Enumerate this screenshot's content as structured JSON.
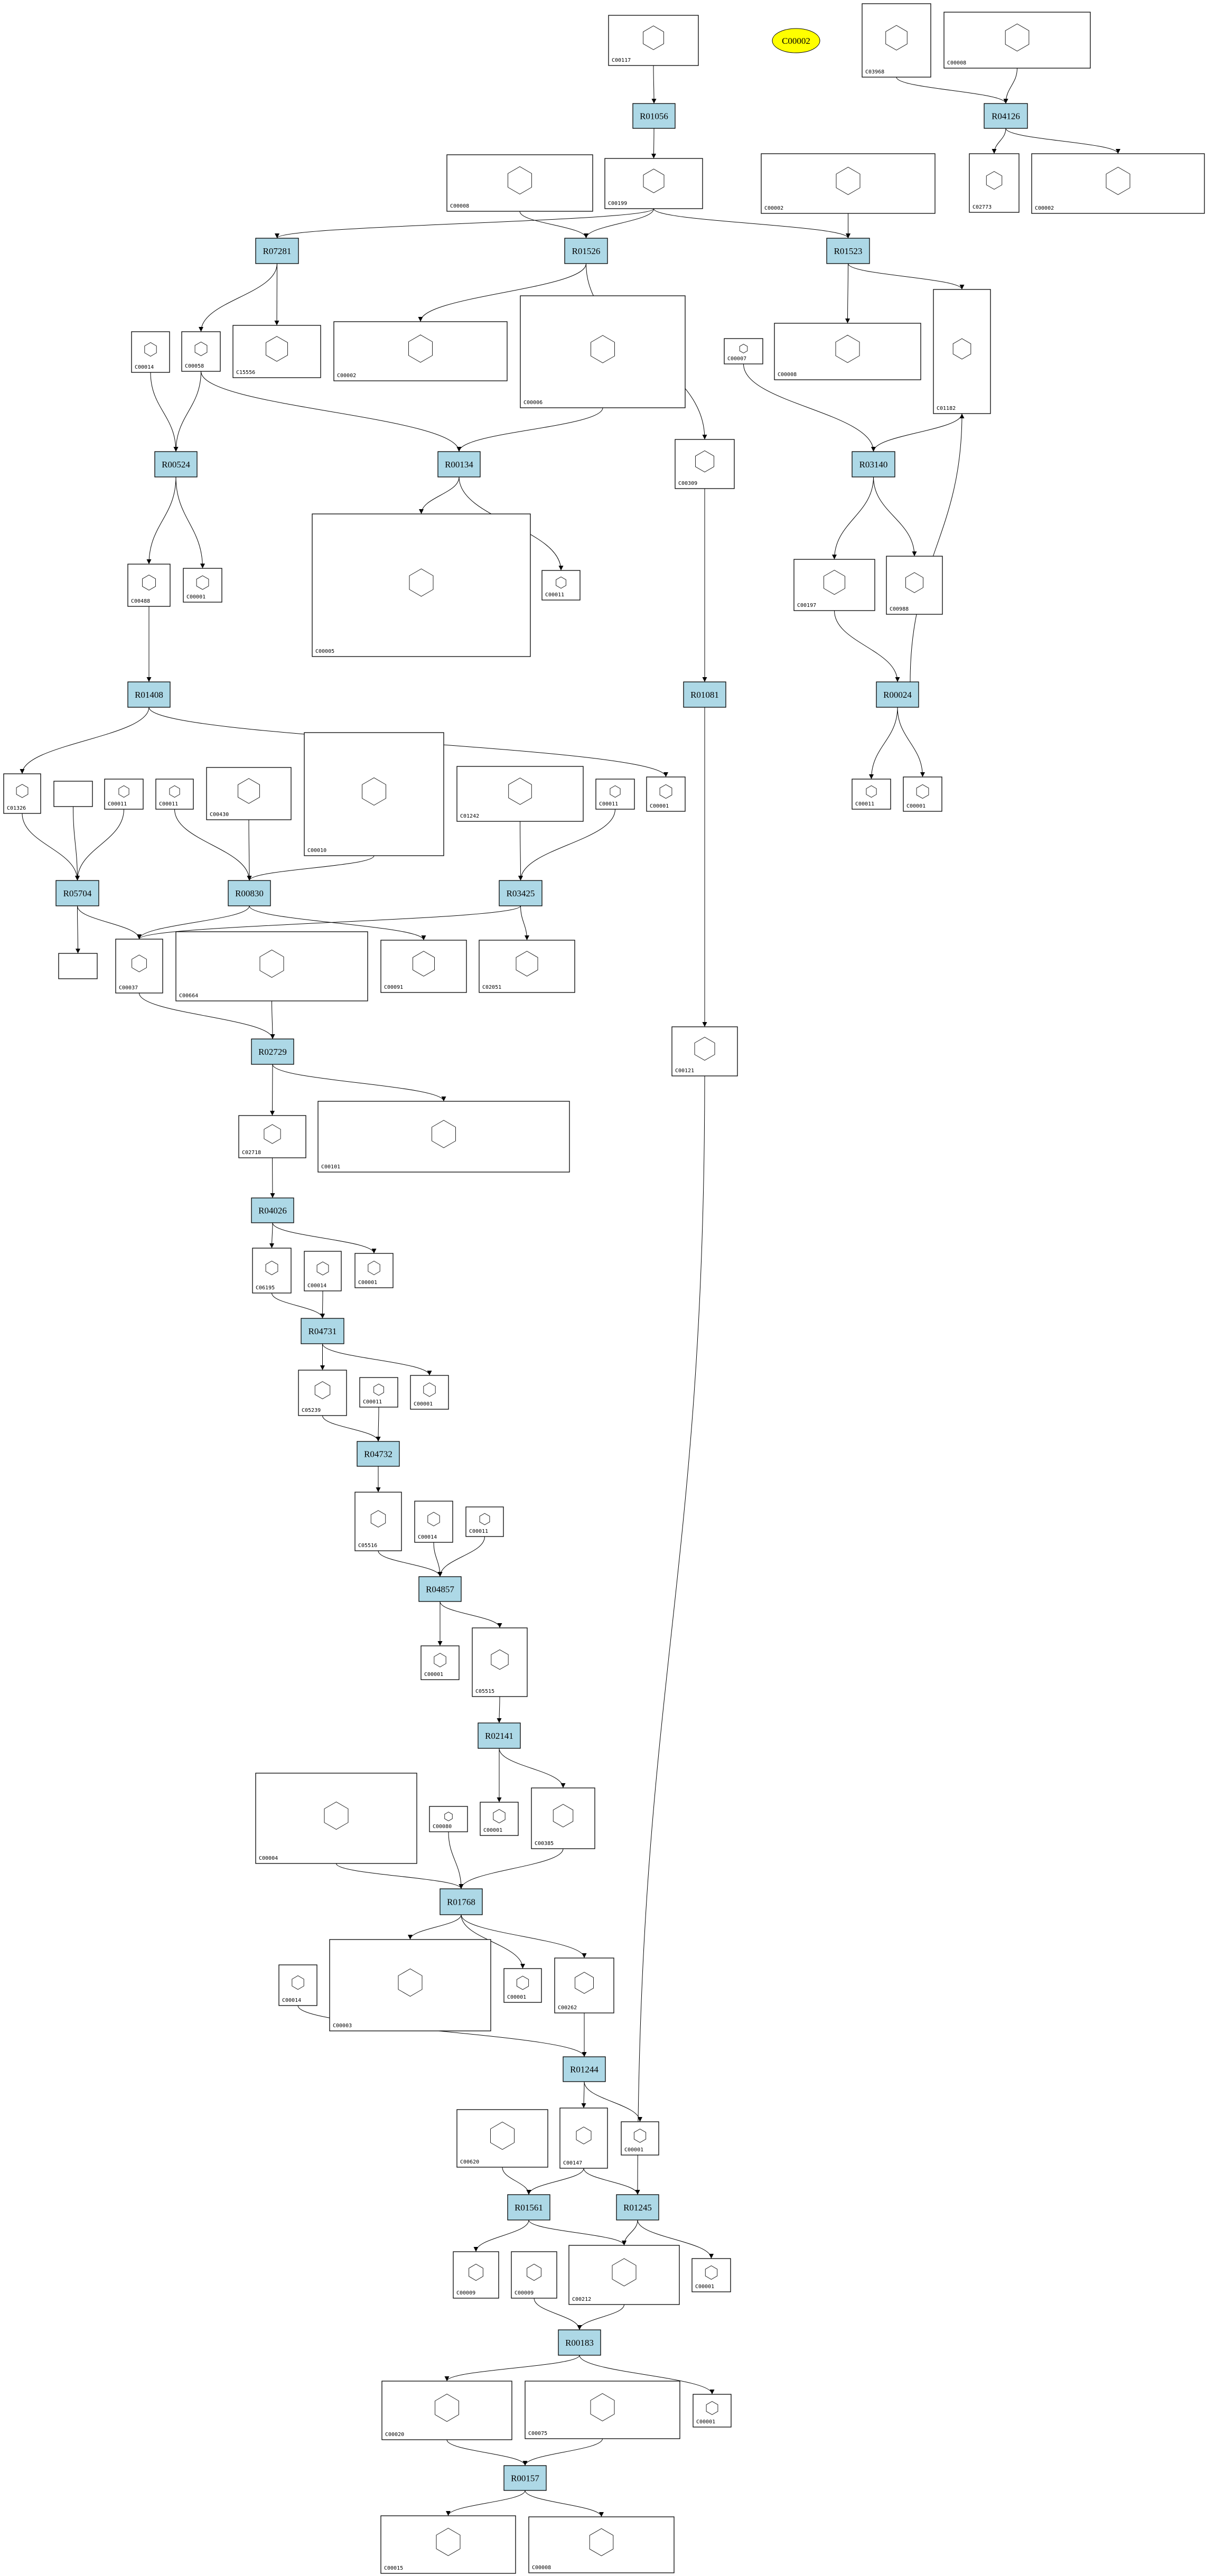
{
  "diagram": {
    "highlight_color": "#ffff00",
    "reaction_color": "#add8e6",
    "nodes": [
      {
        "key": "c00117",
        "label": "C00117",
        "type": "compound"
      },
      {
        "key": "c00002e",
        "label": "C00002",
        "type": "highlight"
      },
      {
        "key": "c03968",
        "label": "C03968",
        "type": "compound"
      },
      {
        "key": "c00008a",
        "label": "C00008",
        "type": "compound"
      },
      {
        "key": "c00008b",
        "label": "C00008",
        "type": "compound"
      },
      {
        "key": "c00199",
        "label": "C00199",
        "type": "compound"
      },
      {
        "key": "c00002a",
        "label": "C00002",
        "type": "compound"
      },
      {
        "key": "c02773",
        "label": "C02773",
        "type": "compound"
      },
      {
        "key": "c00002b",
        "label": "C00002",
        "type": "compound"
      },
      {
        "key": "c00014a",
        "label": "C00014",
        "type": "compound"
      },
      {
        "key": "c00058",
        "label": "C00058",
        "type": "compound"
      },
      {
        "key": "c15556",
        "label": "C15556",
        "type": "compound"
      },
      {
        "key": "c00002c",
        "label": "C00002",
        "type": "compound"
      },
      {
        "key": "c00006",
        "label": "C00006",
        "type": "compound"
      },
      {
        "key": "c00007",
        "label": "C00007",
        "type": "compound"
      },
      {
        "key": "c00008c",
        "label": "C00008",
        "type": "compound"
      },
      {
        "key": "c01182",
        "label": "C01182",
        "type": "compound"
      },
      {
        "key": "c00309",
        "label": "C00309",
        "type": "compound"
      },
      {
        "key": "c00005",
        "label": "C00005",
        "type": "compound"
      },
      {
        "key": "c00011a",
        "label": "C00011",
        "type": "compound"
      },
      {
        "key": "c00488",
        "label": "C00488",
        "type": "compound"
      },
      {
        "key": "c00001a",
        "label": "C00001",
        "type": "compound"
      },
      {
        "key": "c00197",
        "label": "C00197",
        "type": "compound"
      },
      {
        "key": "c00988",
        "label": "C00988",
        "type": "compound"
      },
      {
        "key": "c01326",
        "label": "C01326",
        "type": "compound"
      },
      {
        "key": "blank1",
        "label": "",
        "type": "compound"
      },
      {
        "key": "c00011b",
        "label": "C00011",
        "type": "compound"
      },
      {
        "key": "c00011c",
        "label": "C00011",
        "type": "compound"
      },
      {
        "key": "c00430",
        "label": "C00430",
        "type": "compound"
      },
      {
        "key": "c00010",
        "label": "C00010",
        "type": "compound"
      },
      {
        "key": "c01242",
        "label": "C01242",
        "type": "compound"
      },
      {
        "key": "c00011d",
        "label": "C00011",
        "type": "compound"
      },
      {
        "key": "c00001b",
        "label": "C00001",
        "type": "compound"
      },
      {
        "key": "c00011e",
        "label": "C00011",
        "type": "compound"
      },
      {
        "key": "c00001c",
        "label": "C00001",
        "type": "compound"
      },
      {
        "key": "blank2",
        "label": "",
        "type": "compound"
      },
      {
        "key": "c00037",
        "label": "C00037",
        "type": "compound"
      },
      {
        "key": "c00664",
        "label": "C00664",
        "type": "compound"
      },
      {
        "key": "c00091",
        "label": "C00091",
        "type": "compound"
      },
      {
        "key": "c02051",
        "label": "C02051",
        "type": "compound"
      },
      {
        "key": "c00121",
        "label": "C00121",
        "type": "compound"
      },
      {
        "key": "c02718",
        "label": "C02718",
        "type": "compound"
      },
      {
        "key": "c00101",
        "label": "C00101",
        "type": "compound"
      },
      {
        "key": "c06195",
        "label": "C06195",
        "type": "compound"
      },
      {
        "key": "c00014b",
        "label": "C00014",
        "type": "compound"
      },
      {
        "key": "c00001d",
        "label": "C00001",
        "type": "compound"
      },
      {
        "key": "c05239",
        "label": "C05239",
        "type": "compound"
      },
      {
        "key": "c00011f",
        "label": "C00011",
        "type": "compound"
      },
      {
        "key": "c00001e",
        "label": "C00001",
        "type": "compound"
      },
      {
        "key": "c05516",
        "label": "C05516",
        "type": "compound"
      },
      {
        "key": "c00014c",
        "label": "C00014",
        "type": "compound"
      },
      {
        "key": "c00011g",
        "label": "C00011",
        "type": "compound"
      },
      {
        "key": "c00001f",
        "label": "C00001",
        "type": "compound"
      },
      {
        "key": "c05515",
        "label": "C05515",
        "type": "compound"
      },
      {
        "key": "c00004",
        "label": "C00004",
        "type": "compound"
      },
      {
        "key": "c00080",
        "label": "C00080",
        "type": "compound"
      },
      {
        "key": "c00001g",
        "label": "C00001",
        "type": "compound"
      },
      {
        "key": "c00385",
        "label": "C00385",
        "type": "compound"
      },
      {
        "key": "c00014d",
        "label": "C00014",
        "type": "compound"
      },
      {
        "key": "c00003",
        "label": "C00003",
        "type": "compound"
      },
      {
        "key": "c00001h",
        "label": "C00001",
        "type": "compound"
      },
      {
        "key": "c00262",
        "label": "C00262",
        "type": "compound"
      },
      {
        "key": "c00620",
        "label": "C00620",
        "type": "compound"
      },
      {
        "key": "c00147",
        "label": "C00147",
        "type": "compound"
      },
      {
        "key": "c00001i",
        "label": "C00001",
        "type": "compound"
      },
      {
        "key": "c00009a",
        "label": "C00009",
        "type": "compound"
      },
      {
        "key": "c00009b",
        "label": "C00009",
        "type": "compound"
      },
      {
        "key": "c00212",
        "label": "C00212",
        "type": "compound"
      },
      {
        "key": "c00001j",
        "label": "C00001",
        "type": "compound"
      },
      {
        "key": "c00020",
        "label": "C00020",
        "type": "compound"
      },
      {
        "key": "c00075",
        "label": "C00075",
        "type": "compound"
      },
      {
        "key": "c00001k",
        "label": "C00001",
        "type": "compound"
      },
      {
        "key": "c00015",
        "label": "C00015",
        "type": "compound"
      },
      {
        "key": "c00008d",
        "label": "C00008",
        "type": "compound"
      },
      {
        "key": "r01056",
        "label": "R01056",
        "type": "reaction"
      },
      {
        "key": "r04126",
        "label": "R04126",
        "type": "reaction"
      },
      {
        "key": "r07281",
        "label": "R07281",
        "type": "reaction"
      },
      {
        "key": "r01526",
        "label": "R01526",
        "type": "reaction"
      },
      {
        "key": "r01523",
        "label": "R01523",
        "type": "reaction"
      },
      {
        "key": "r00524",
        "label": "R00524",
        "type": "reaction"
      },
      {
        "key": "r00134",
        "label": "R00134",
        "type": "reaction"
      },
      {
        "key": "r03140",
        "label": "R03140",
        "type": "reaction"
      },
      {
        "key": "r01408",
        "label": "R01408",
        "type": "reaction"
      },
      {
        "key": "r01081",
        "label": "R01081",
        "type": "reaction"
      },
      {
        "key": "r00024",
        "label": "R00024",
        "type": "reaction"
      },
      {
        "key": "r05704",
        "label": "R05704",
        "type": "reaction"
      },
      {
        "key": "r00830",
        "label": "R00830",
        "type": "reaction"
      },
      {
        "key": "r03425",
        "label": "R03425",
        "type": "reaction"
      },
      {
        "key": "r02729",
        "label": "R02729",
        "type": "reaction"
      },
      {
        "key": "r04026",
        "label": "R04026",
        "type": "reaction"
      },
      {
        "key": "r04731",
        "label": "R04731",
        "type": "reaction"
      },
      {
        "key": "r04732",
        "label": "R04732",
        "type": "reaction"
      },
      {
        "key": "r04857",
        "label": "R04857",
        "type": "reaction"
      },
      {
        "key": "r02141",
        "label": "R02141",
        "type": "reaction"
      },
      {
        "key": "r01768",
        "label": "R01768",
        "type": "reaction"
      },
      {
        "key": "r01244",
        "label": "R01244",
        "type": "reaction"
      },
      {
        "key": "r01561",
        "label": "R01561",
        "type": "reaction"
      },
      {
        "key": "r01245",
        "label": "R01245",
        "type": "reaction"
      },
      {
        "key": "r00183",
        "label": "R00183",
        "type": "reaction"
      },
      {
        "key": "r00157",
        "label": "R00157",
        "type": "reaction"
      }
    ],
    "edges": [
      [
        "c00117",
        "r01056"
      ],
      [
        "r01056",
        "c00199"
      ],
      [
        "c03968",
        "r04126"
      ],
      [
        "c00008a",
        "r04126"
      ],
      [
        "r04126",
        "c02773"
      ],
      [
        "r04126",
        "c00002b"
      ],
      [
        "c00008b",
        "r01526"
      ],
      [
        "c00199",
        "r01526"
      ],
      [
        "c00199",
        "r07281"
      ],
      [
        "c00199",
        "r01523"
      ],
      [
        "c00002a",
        "r01523"
      ],
      [
        "r07281",
        "c00058"
      ],
      [
        "r07281",
        "c15556"
      ],
      [
        "r01526",
        "c00002c"
      ],
      [
        "r01526",
        "c00309"
      ],
      [
        "c00006",
        "r00134"
      ],
      [
        "r01523",
        "c00008c"
      ],
      [
        "r01523",
        "c01182"
      ],
      [
        "c00014a",
        "r00524"
      ],
      [
        "c00058",
        "r00524"
      ],
      [
        "c00058",
        "r00134"
      ],
      [
        "c00007",
        "r03140"
      ],
      [
        "c01182",
        "r03140"
      ],
      [
        "r00524",
        "c00488"
      ],
      [
        "r00524",
        "c00001a"
      ],
      [
        "r00134",
        "c00005"
      ],
      [
        "r00134",
        "c00011a"
      ],
      [
        "r03140",
        "c00197"
      ],
      [
        "r03140",
        "c00988"
      ],
      [
        "c00309",
        "r01081"
      ],
      [
        "c00197",
        "r00024"
      ],
      [
        "r00024",
        "c01182"
      ],
      [
        "c00488",
        "r01408"
      ],
      [
        "r01408",
        "c01326"
      ],
      [
        "r01408",
        "c00001b"
      ],
      [
        "r01081",
        "c00121"
      ],
      [
        "r00024",
        "c00011e"
      ],
      [
        "r00024",
        "c00001c"
      ],
      [
        "c01326",
        "r05704"
      ],
      [
        "blank1",
        "r05704"
      ],
      [
        "c00011b",
        "r05704"
      ],
      [
        "c00011c",
        "r00830"
      ],
      [
        "c00430",
        "r00830"
      ],
      [
        "c00010",
        "r00830"
      ],
      [
        "c01242",
        "r03425"
      ],
      [
        "c00011d",
        "r03425"
      ],
      [
        "r05704",
        "blank2"
      ],
      [
        "r05704",
        "c00037"
      ],
      [
        "r00830",
        "c00037"
      ],
      [
        "r00830",
        "c00091"
      ],
      [
        "r03425",
        "c00037"
      ],
      [
        "r03425",
        "c02051"
      ],
      [
        "c00037",
        "r02729"
      ],
      [
        "c00664",
        "r02729"
      ],
      [
        "r02729",
        "c02718"
      ],
      [
        "r02729",
        "c00101"
      ],
      [
        "c02718",
        "r04026"
      ],
      [
        "r04026",
        "c06195"
      ],
      [
        "r04026",
        "c00001d"
      ],
      [
        "c06195",
        "r04731"
      ],
      [
        "c00014b",
        "r04731"
      ],
      [
        "r04731",
        "c05239"
      ],
      [
        "r04731",
        "c00001e"
      ],
      [
        "c05239",
        "r04732"
      ],
      [
        "c00011f",
        "r04732"
      ],
      [
        "r04732",
        "c05516"
      ],
      [
        "c05516",
        "r04857"
      ],
      [
        "c00014c",
        "r04857"
      ],
      [
        "c00011g",
        "r04857"
      ],
      [
        "r04857",
        "c00001f"
      ],
      [
        "r04857",
        "c05515"
      ],
      [
        "c05515",
        "r02141"
      ],
      [
        "r02141",
        "c00001g"
      ],
      [
        "r02141",
        "c00385"
      ],
      [
        "c00004",
        "r01768"
      ],
      [
        "c00080",
        "r01768"
      ],
      [
        "c00385",
        "r01768"
      ],
      [
        "r01768",
        "c00003"
      ],
      [
        "r01768",
        "c00001h"
      ],
      [
        "r01768",
        "c00262"
      ],
      [
        "c00014d",
        "r01244"
      ],
      [
        "c00262",
        "r01244"
      ],
      [
        "r01244",
        "c00147"
      ],
      [
        "r01244",
        "c00001i"
      ],
      [
        "c00620",
        "r01561"
      ],
      [
        "c00147",
        "r01561"
      ],
      [
        "c00147",
        "r01245"
      ],
      [
        "c00121",
        "r01245"
      ],
      [
        "r01561",
        "c00009a"
      ],
      [
        "r01561",
        "c00212"
      ],
      [
        "r01245",
        "c00212"
      ],
      [
        "r01245",
        "c00001j"
      ],
      [
        "c00009b",
        "r00183"
      ],
      [
        "c00212",
        "r00183"
      ],
      [
        "r00183",
        "c00020"
      ],
      [
        "r00183",
        "c00001k"
      ],
      [
        "c00020",
        "r00157"
      ],
      [
        "c00075",
        "r00157"
      ],
      [
        "r00157",
        "c00015"
      ],
      [
        "r00157",
        "c00008d"
      ]
    ]
  }
}
